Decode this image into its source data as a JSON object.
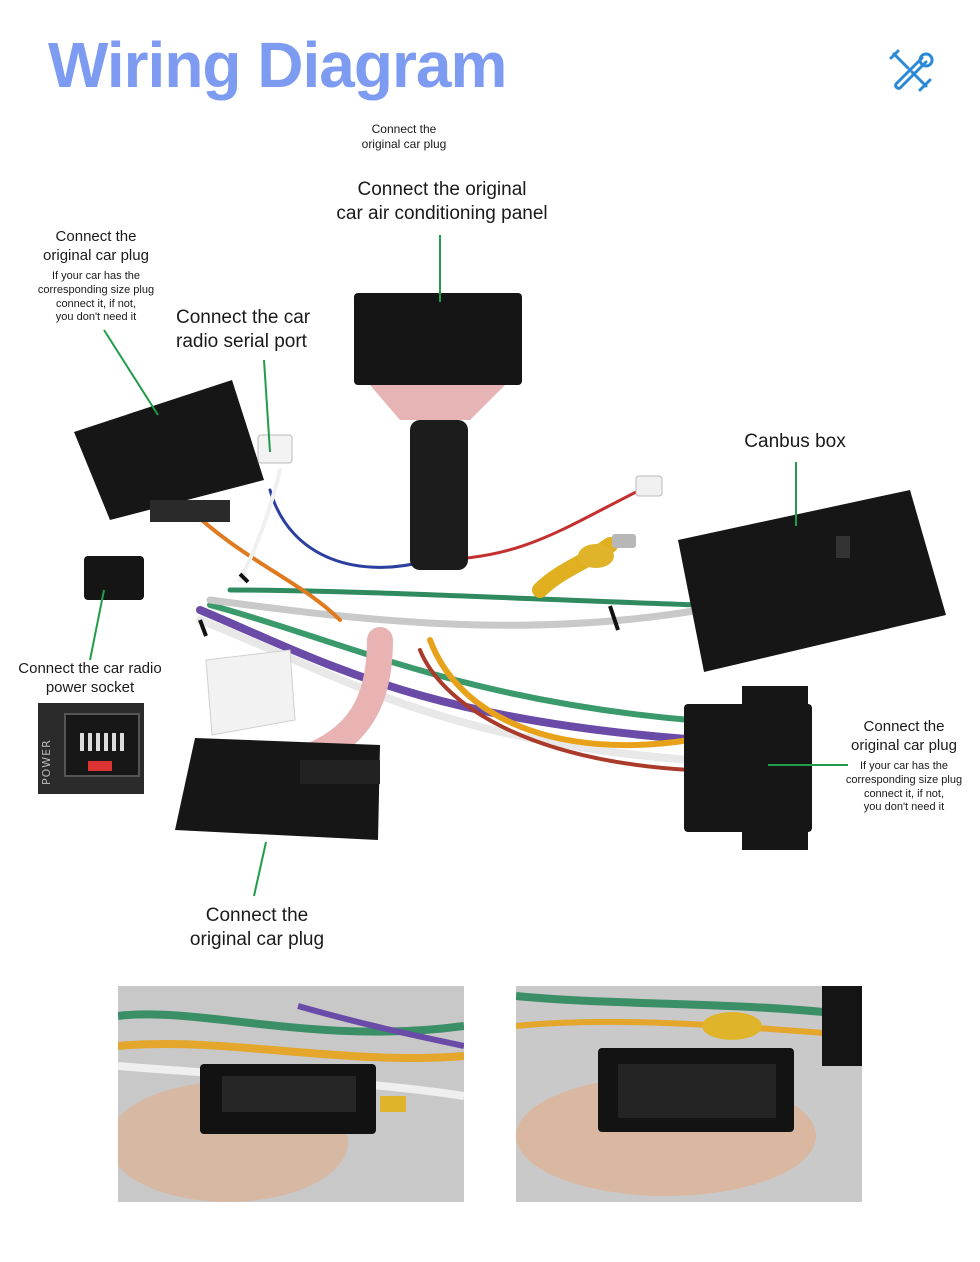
{
  "title": "Wiring Diagram",
  "labels": {
    "top_small": "Connect the\noriginal car plug",
    "ac_panel": "Connect the original\ncar air conditioning panel",
    "left_plug_main": "Connect the\noriginal car plug",
    "left_plug_note": "If your car has the\ncorresponding size plug\nconnect it, if not,\nyou don't need it",
    "serial_port": "Connect the car\nradio  serial port",
    "canbus": "Canbus box",
    "power_socket": "Connect the car radio\npower socket",
    "socket_text": "POWER",
    "right_plug_main": "Connect the\noriginal car plug",
    "right_plug_note": "If your car has the\ncorresponding size plug\nconnect it, if not,\nyou don't need it",
    "bottom_plug": "Connect the\noriginal car plug"
  },
  "icons": {
    "header": "tools-icon"
  },
  "colors": {
    "title": "#7e9bf2",
    "pointer": "#1f9d4a",
    "connector": "#151515"
  }
}
